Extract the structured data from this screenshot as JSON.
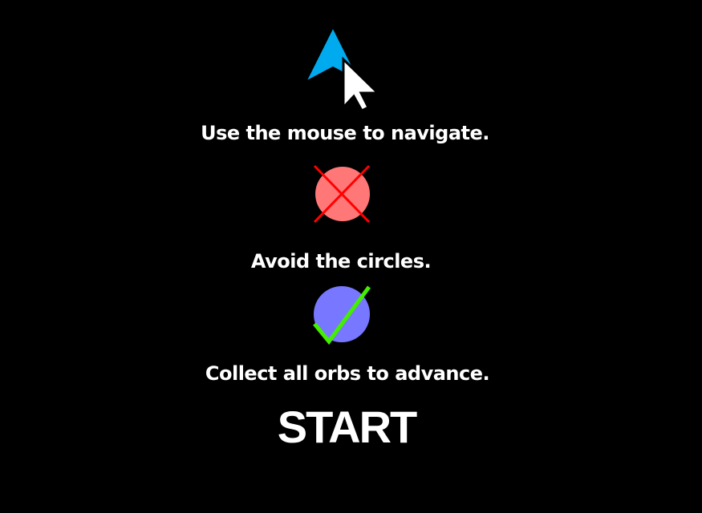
{
  "instructions": {
    "navigate": "Use the mouse to navigate.",
    "avoid": "Avoid the circles.",
    "collect": "Collect all orbs to advance."
  },
  "start_label": "START",
  "colors": {
    "background": "#000000",
    "player_arrow": "#00aaee",
    "cursor": "#ffffff",
    "enemy_circle": "#ff7777",
    "cross": "#ff0000",
    "orb": "#7777ff",
    "check": "#44ee00",
    "text_fill": "#ffffff",
    "text_outline": "#000000"
  }
}
